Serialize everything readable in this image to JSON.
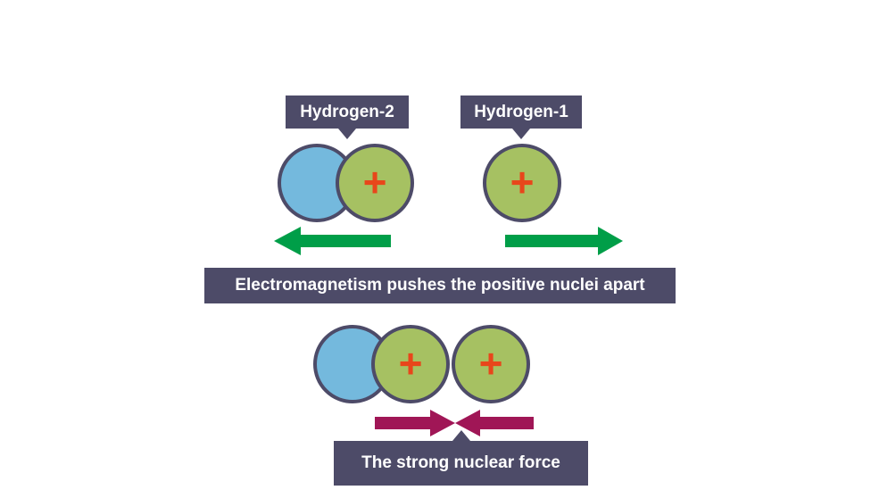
{
  "labels": {
    "hydrogen2": "Hydrogen-2",
    "hydrogen1": "Hydrogen-1",
    "electromagnetism": "Electromagnetism pushes the positive nuclei apart",
    "strong_force": "The strong nuclear force"
  },
  "proton_symbol": "+",
  "colors": {
    "label_bg": "#4d4b68",
    "neutron": "#74b9dd",
    "proton": "#a6c162",
    "plus": "#e8461b",
    "outline": "#4d4b68",
    "repel_arrow": "#009e48",
    "attract_arrow": "#a01656"
  }
}
